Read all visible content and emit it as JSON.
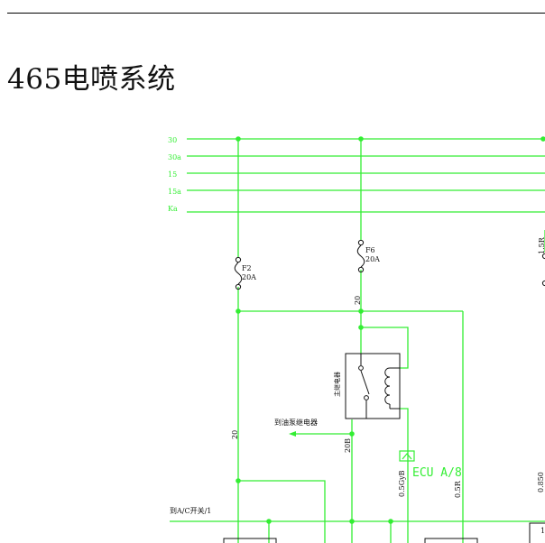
{
  "page": {
    "title": "465电喷系统"
  },
  "colors": {
    "wire": "#33ee33",
    "ink": "#111111",
    "node": "#33ee33"
  },
  "diagram": {
    "buses": [
      {
        "label": "30"
      },
      {
        "label": "30a"
      },
      {
        "label": "15"
      },
      {
        "label": "15a"
      },
      {
        "label": "Ka"
      }
    ],
    "fuses": [
      {
        "name": "F2",
        "rating": "20A"
      },
      {
        "name": "F6",
        "rating": "20A"
      },
      {
        "rating": "1.5R"
      }
    ],
    "wire_labels": {
      "w20_left": "20",
      "w20_mid": "20",
      "w20b": "20B",
      "w05gb": "0.5GyB",
      "w05r": "0.5R",
      "w085": "0.850"
    },
    "relay": {
      "label": "主继电器"
    },
    "texts": {
      "to_fuel_pump_relay": "到油泵继电器",
      "to_ac_switch": "到A/C开关/1",
      "ecu": "ECU A/8",
      "edge_digit": "1"
    }
  }
}
